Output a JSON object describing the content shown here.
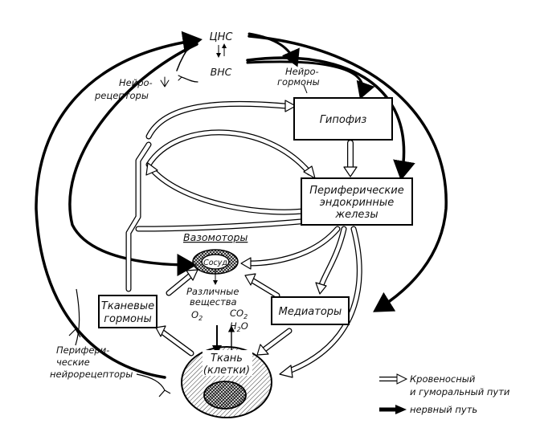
{
  "diagram": {
    "cns": "ЦНС",
    "ans": "ВНС",
    "neuroreceptors": [
      "Нейро-",
      "рецепторы"
    ],
    "neurohormones": [
      "Нейро-",
      "гормоны"
    ],
    "pituitary": "Гипофиз",
    "peripheral_glands": [
      "Периферические",
      "эндокринные",
      "железы"
    ],
    "vasomotors": "Вазомоторы",
    "vessel": "Сосуд",
    "substances": [
      "Различные",
      "вещества"
    ],
    "o2": "O",
    "o2_sub": "2",
    "co2": "CO",
    "co2_sub": "2",
    "h2o_h": "H",
    "h2o_sub": "2",
    "h2o_o": "O",
    "tissue_hormones": [
      "Тканевые",
      "гормоны"
    ],
    "mediators": "Медиаторы",
    "tissue": [
      "Ткань",
      "(клетки)"
    ],
    "peripheral_neuroreceptors": [
      "Перифери-",
      "ческие",
      "нейрорецепторы"
    ]
  },
  "legend": {
    "blood_humoral": [
      "Кровеносный",
      "и гуморальный пути"
    ],
    "neural": "нервный путь"
  }
}
